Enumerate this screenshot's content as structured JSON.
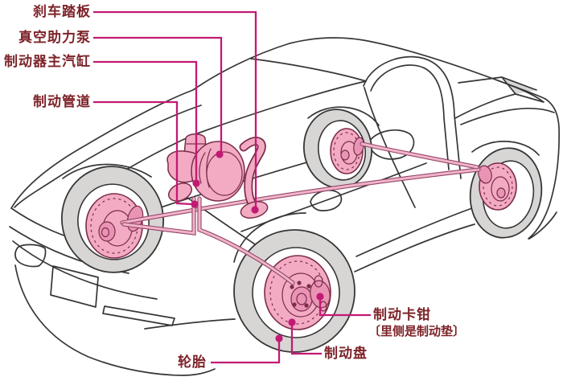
{
  "diagram": {
    "labels": {
      "brake_pedal": "刹车踏板",
      "vacuum_booster": "真空助力泵",
      "master_cylinder": "制动器主汽缸",
      "brake_lines": "制动管道",
      "tire": "轮胎",
      "brake_disc": "制动盘",
      "brake_caliper": "制动卡钳",
      "brake_caliper_note": "〔里侧是制动垫〕"
    },
    "colors": {
      "leader_line": "#c21a74",
      "label_text": "#7d2329",
      "part_fill": "#f2abc3",
      "part_stroke": "#7c2c4a",
      "part_accent": "#e994b4",
      "tube_fill": "#f0b4c8",
      "tube_outline": "#95466a",
      "body_line": "#363636",
      "tire_fill": "#d8d6d4",
      "background": "#ffffff"
    }
  }
}
